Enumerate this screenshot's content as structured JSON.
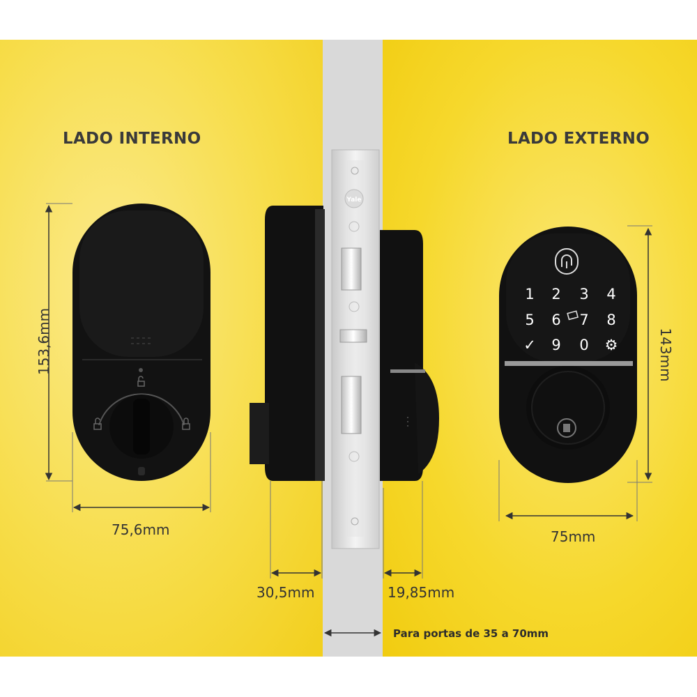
{
  "headings": {
    "inside": "LADO INTERNO",
    "outside": "LADO EXTERNO"
  },
  "dimensions": {
    "inside_height": "153,6mm",
    "inside_width": "75,6mm",
    "inside_depth": "30,5mm",
    "outside_depth": "19,85mm",
    "outside_height": "143mm",
    "outside_width": "75mm"
  },
  "door_note": "Para portas de 35 a 70mm",
  "brand": "Yale",
  "keypad": {
    "row1": [
      "1",
      "2",
      "3",
      "4"
    ],
    "row2": [
      "5",
      "6",
      "7",
      "8"
    ],
    "row3": [
      "✓",
      "9",
      "0",
      "⚙"
    ]
  },
  "colors": {
    "background_yellow": "#f6d82c",
    "lock_body": "#141414",
    "door": "#d9d9d9",
    "keypad_text": "#ffffff"
  }
}
